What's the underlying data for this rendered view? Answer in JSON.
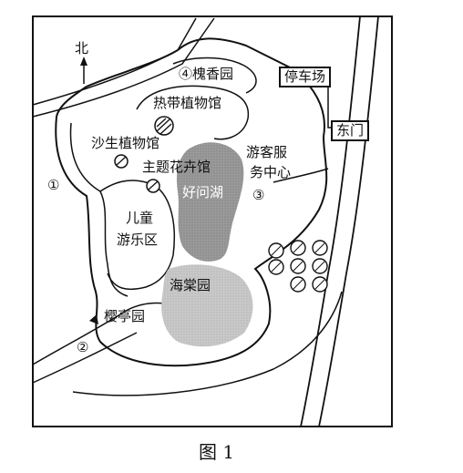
{
  "figure": {
    "caption": "图 1",
    "north_label": "北"
  },
  "map": {
    "zones": {
      "zone1": "①",
      "zone2": "②",
      "zone3": "③"
    },
    "places": {
      "huaixiang": "④槐香园",
      "tropical": "热带植物馆",
      "desert": "沙生植物馆",
      "theme_flower": "主题花卉馆",
      "lake": "好问湖",
      "kids_line1": "儿童",
      "kids_line2": "游乐区",
      "visitor_line1": "游客服",
      "visitor_line2": "务中心",
      "haitang": "海棠园",
      "yingting": "樱亭园",
      "parking": "停车场",
      "east_gate": "东门"
    }
  }
}
